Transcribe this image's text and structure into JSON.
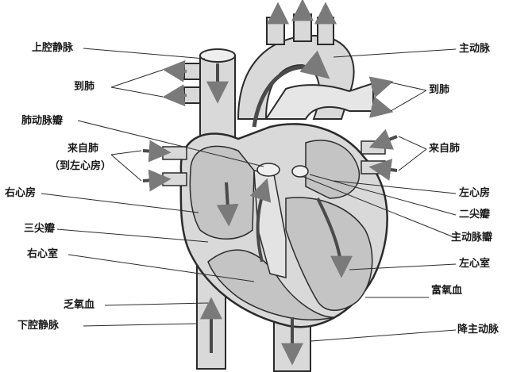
{
  "labels": {
    "superior_vena_cava": "上腔静脉",
    "to_lungs_left": "到肺",
    "pulmonary_valve": "肺动脉瓣",
    "from_lungs_left": "来自肺",
    "to_left_atrium": "（到左心房）",
    "right_atrium": "右心房",
    "tricuspid_valve": "三尖瓣",
    "right_ventricle": "右心室",
    "deoxygenated_blood": "乏氧血",
    "inferior_vena_cava": "下腔静脉",
    "aorta": "主动脉",
    "to_lungs_right": "到肺",
    "from_lungs_right": "来自肺",
    "left_atrium": "左心房",
    "mitral_valve": "二尖瓣",
    "aortic_valve": "主动脉瓣",
    "left_ventricle": "左心室",
    "oxygenated_blood": "富氧血",
    "descending_aorta": "降主动脉"
  },
  "colors": {
    "outline": "#2b2b2b",
    "tissue": "#d9d9d9",
    "chamber": "#c4c4c4",
    "arrow_dark": "#4a4a4a",
    "arrow_light": "#9a9a9a",
    "label_text": "#1a1a1a"
  }
}
